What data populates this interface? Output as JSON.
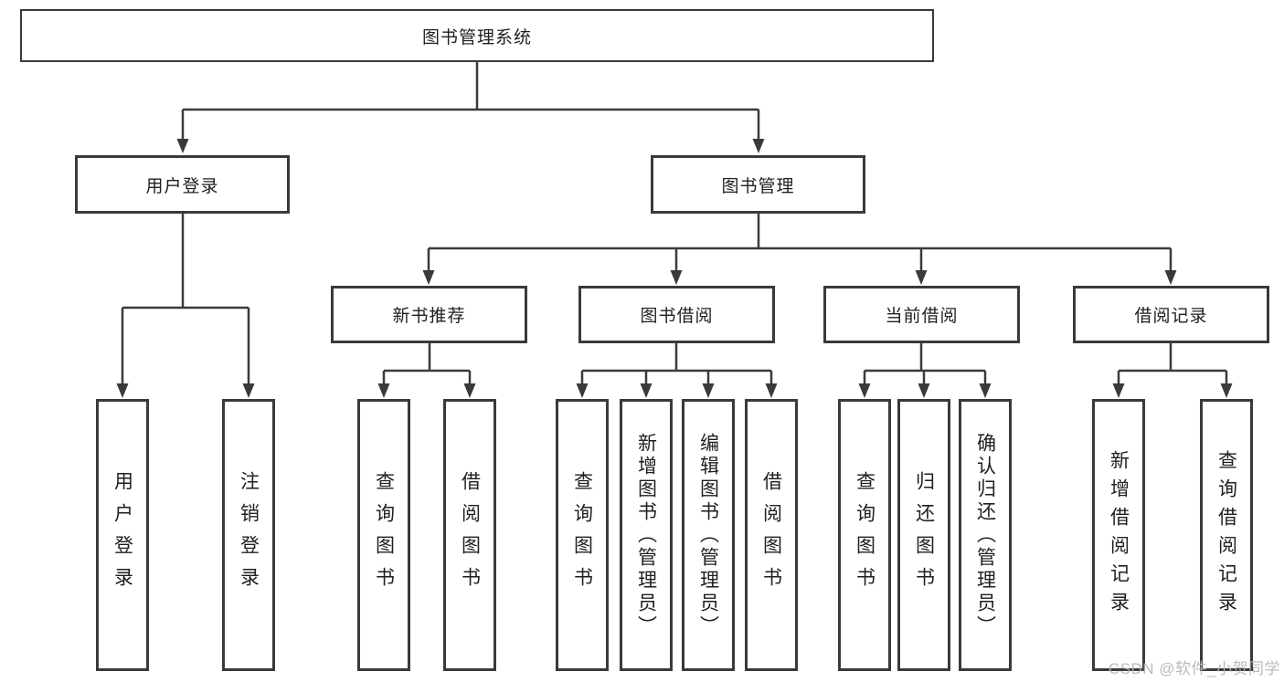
{
  "diagram": {
    "title": "图书管理系统",
    "type": "hierarchy-diagram",
    "tree": {
      "root": {
        "label": "图书管理系统"
      },
      "branches": [
        {
          "label": "用户登录",
          "children": [
            {
              "label": "用户登录"
            },
            {
              "label": "注销登录"
            }
          ]
        },
        {
          "label": "图书管理",
          "children": [
            {
              "label": "新书推荐",
              "children": [
                {
                  "label": "查询图书"
                },
                {
                  "label": "借阅图书"
                }
              ]
            },
            {
              "label": "图书借阅",
              "children": [
                {
                  "label": "查询图书"
                },
                {
                  "label": "新增图书（管理员）"
                },
                {
                  "label": "编辑图书（管理员）"
                },
                {
                  "label": "借阅图书"
                }
              ]
            },
            {
              "label": "当前借阅",
              "children": [
                {
                  "label": "查询图书"
                },
                {
                  "label": "归还图书"
                },
                {
                  "label": "确认归还（管理员）"
                }
              ]
            },
            {
              "label": "借阅记录",
              "children": [
                {
                  "label": "新增借阅记录"
                },
                {
                  "label": "查询借阅记录"
                }
              ]
            }
          ]
        }
      ]
    },
    "colors": {
      "line": "#3a3a3a",
      "text": "#1f1f1f",
      "background": "#ffffff",
      "watermark": "#b4b4b4"
    },
    "watermark": {
      "text": "CSDN @软件_小贺同学"
    }
  }
}
